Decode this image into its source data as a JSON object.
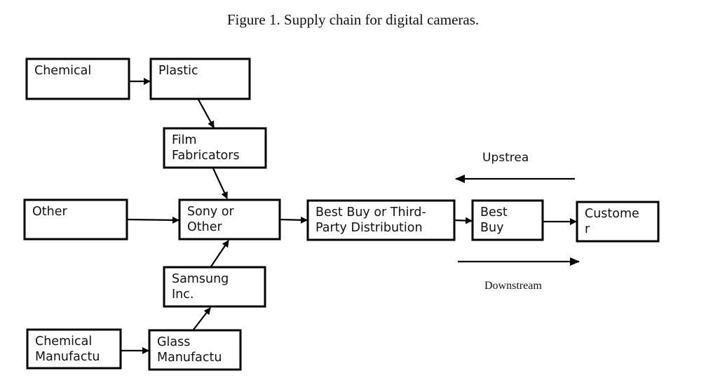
{
  "caption": "Figure 1. Supply chain for digital cameras.",
  "nodes": {
    "chemical": [
      "Chemical"
    ],
    "plastic": [
      "Plastic"
    ],
    "film": [
      "Film",
      "Fabricators"
    ],
    "other": [
      "Other"
    ],
    "sony": [
      "Sony or",
      "Other"
    ],
    "samsung": [
      "Samsung",
      "Inc."
    ],
    "chem_manu": [
      "Chemical",
      "Manufactu"
    ],
    "glass": [
      "Glass",
      "Manufactu"
    ],
    "distribution": [
      "Best Buy or Third-",
      "Party Distribution"
    ],
    "bestbuy": [
      "Best",
      "Buy"
    ],
    "customer": [
      "Custome",
      "r"
    ]
  },
  "edges": [
    [
      "chemical",
      "plastic"
    ],
    [
      "plastic",
      "film"
    ],
    [
      "film",
      "sony"
    ],
    [
      "other",
      "sony"
    ],
    [
      "chem_manu",
      "glass"
    ],
    [
      "glass",
      "samsung"
    ],
    [
      "samsung",
      "sony"
    ],
    [
      "sony",
      "distribution"
    ],
    [
      "distribution",
      "bestbuy"
    ],
    [
      "bestbuy",
      "customer"
    ]
  ],
  "legend": {
    "upstream_label": "Upstrea",
    "downstream_label": "Downstream"
  }
}
